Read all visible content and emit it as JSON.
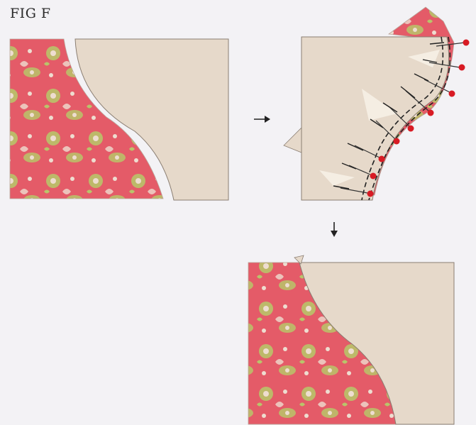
{
  "figure": {
    "title": "FIG F"
  },
  "colors": {
    "background": "#f3f2f5",
    "solid_fabric": "#e6d9ca",
    "solid_fabric_edge": "#8a7e72",
    "print_base": "#e45b68",
    "print_motif": "#b9c46a",
    "print_light": "#eeddd0",
    "pin_head": "#d81b24",
    "stitch_line": "#222222",
    "arrow": "#222222"
  },
  "steps": [
    {
      "name": "separate-pieces",
      "description_shown": false
    },
    {
      "name": "pin-curved-seam",
      "description_shown": false
    },
    {
      "name": "finished-curved-seam",
      "description_shown": false
    }
  ],
  "icons": {
    "step_arrow_right": "arrow-right-icon",
    "step_arrow_down": "arrow-down-icon",
    "pin": "pin-icon"
  }
}
